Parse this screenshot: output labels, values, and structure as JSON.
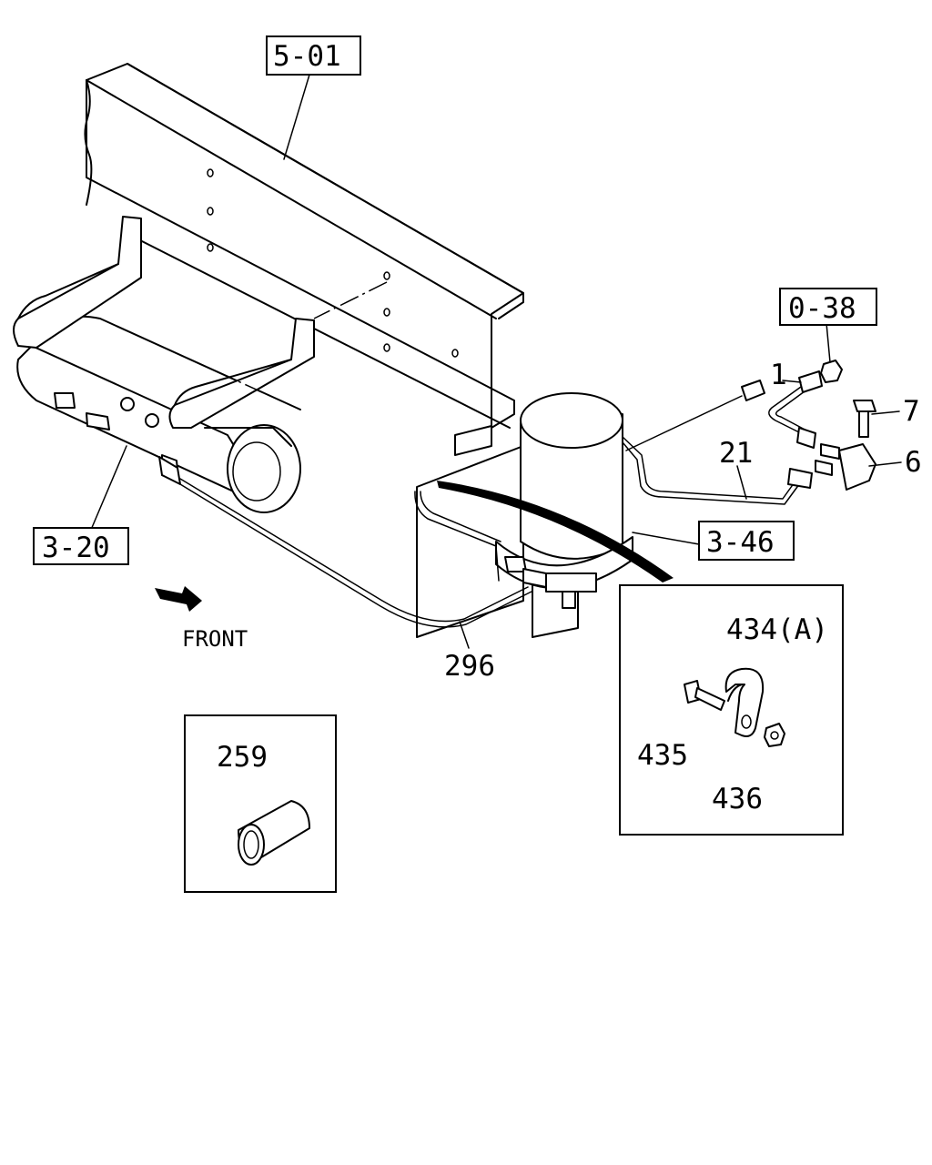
{
  "references": {
    "ref_5_01": "5-01",
    "ref_0_38": "0-38",
    "ref_3_20": "3-20",
    "ref_3_46": "3-46"
  },
  "callouts": {
    "part_1": "1",
    "part_7": "7",
    "part_6": "6",
    "part_21": "21",
    "part_296": "296",
    "part_259": "259",
    "part_434": "434(A)",
    "part_435": "435",
    "part_436": "436"
  },
  "direction": {
    "label": "FRONT"
  },
  "colors": {
    "ink": "#000000",
    "paper": "#ffffff",
    "band": "#000000"
  }
}
